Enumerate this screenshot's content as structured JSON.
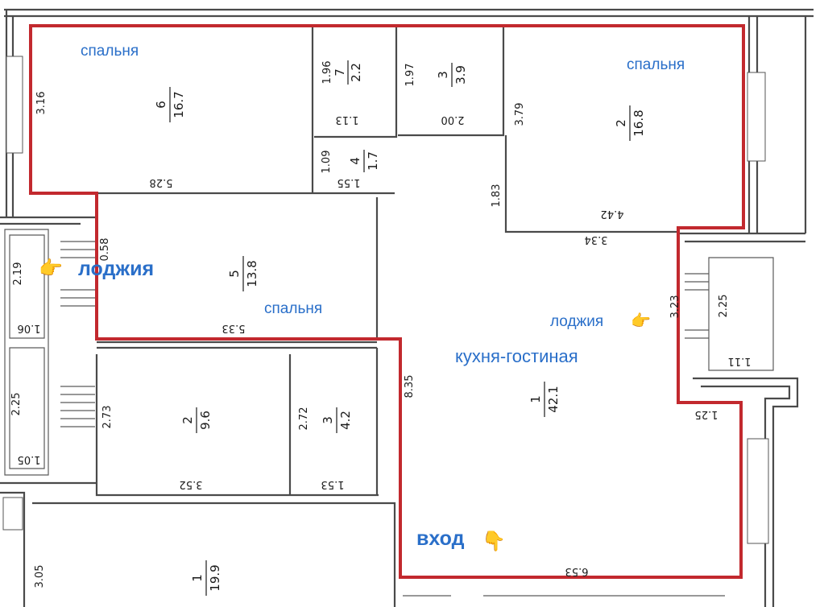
{
  "labels": {
    "bedroom_nw": "спальня",
    "bedroom_ne": "спальня",
    "bedroom_mid": "спальня",
    "loggia_left": "лоджия",
    "loggia_right": "лоджия",
    "kitchen_living": "кухня-гостиная",
    "entrance": "вход"
  },
  "rooms": {
    "r6": {
      "num": "6",
      "area": "16.7"
    },
    "r7": {
      "num": "7",
      "area": "2.2",
      "dim": "1.96"
    },
    "r3_top": {
      "num": "3",
      "area": "3.9"
    },
    "r2_ne": {
      "num": "2",
      "area": "16.8"
    },
    "r4": {
      "num": "4",
      "area": "1.7"
    },
    "r5": {
      "num": "5",
      "area": "13.8"
    },
    "r1_kitchen": {
      "num": "1",
      "area": "42.1"
    },
    "r2_lower": {
      "num": "2",
      "area": "9.6"
    },
    "r3_lower": {
      "num": "3",
      "area": "4.2"
    },
    "r1_bottom": {
      "num": "1",
      "area": "19.9"
    }
  },
  "dims": {
    "d316": "3.16",
    "d528": "5.28",
    "d113": "1.13",
    "d197": "1.97",
    "d200": "2.00",
    "d379": "3.79",
    "d109": "1.09",
    "d155": "1.55",
    "d183": "1.83",
    "d442": "4.42",
    "d334": "3.34",
    "d058": "0.58",
    "d219": "2.19",
    "d106": "1.06",
    "d533": "5.33",
    "d323": "3.23",
    "d225r": "2.25",
    "d111": "1.11",
    "d835": "8.35",
    "d125": "1.25",
    "d273": "2.73",
    "d272": "2.72",
    "d225l": "2.25",
    "d105": "1.05",
    "d352": "3.52",
    "d153": "1.53",
    "d653": "6.53",
    "d305": "3.05"
  },
  "icons": {
    "pointer_right": "👉",
    "pointer_down": "👇"
  }
}
